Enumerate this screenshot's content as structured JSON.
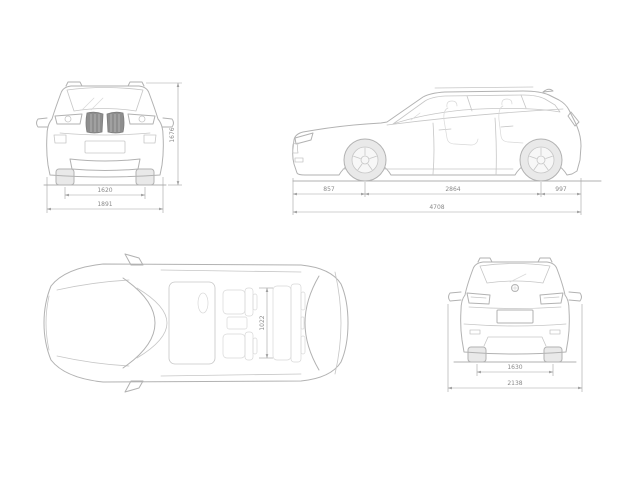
{
  "diagram": {
    "colors": {
      "background": "#ffffff",
      "body_line": "#b2b2b2",
      "detail_line": "#c6c6c6",
      "dimension_line": "#a2a2a2",
      "dimension_text": "#8a8a8a",
      "grille_fill": "#8e8e8e"
    },
    "front_view": {
      "track_width_mm": "1620",
      "overall_width_mm": "1891",
      "overall_height_mm": "1676"
    },
    "side_view": {
      "front_overhang_mm": "857",
      "wheelbase_mm": "2864",
      "rear_overhang_mm": "997",
      "overall_length_mm": "4708"
    },
    "top_view": {
      "interior_width_mm": "1022"
    },
    "rear_view": {
      "rear_track_mm": "1630",
      "width_incl_mirrors_mm": "2138"
    }
  }
}
